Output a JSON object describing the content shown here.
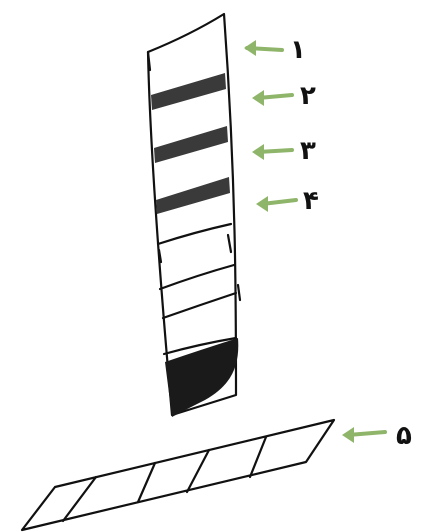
{
  "labels": [
    {
      "id": "1",
      "text": "١"
    },
    {
      "id": "2",
      "text": "٢"
    },
    {
      "id": "3",
      "text": "٣"
    },
    {
      "id": "4",
      "text": "۴"
    },
    {
      "id": "5",
      "text": "۵"
    }
  ],
  "colors": {
    "ink": "#111111",
    "arrow": "#8fb56a",
    "band": "#3a3a3a",
    "background": "#ffffff"
  },
  "icons": {
    "pointer": "left-arrow-icon"
  }
}
